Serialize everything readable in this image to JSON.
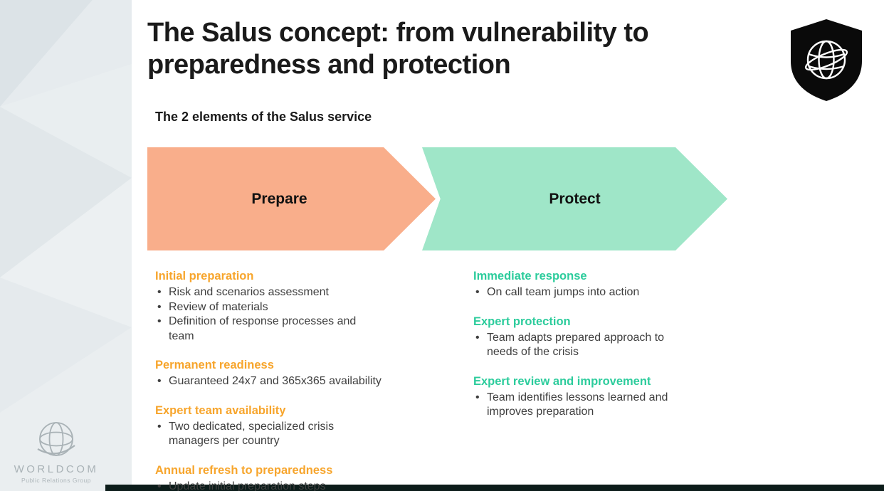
{
  "slide": {
    "title": "The Salus concept: from vulnerability to preparedness and protection",
    "subtitle": "The 2 elements of the Salus service"
  },
  "arrows": {
    "prepare_label": "Prepare",
    "protect_label": "Protect"
  },
  "colors": {
    "prepare_arrow": "#F9AE8B",
    "protect_arrow": "#9FE6C8",
    "prepare_heading": "#F7A52C",
    "protect_heading": "#2CCC9C",
    "footer_bar": "#0C1C1A"
  },
  "prepare_sections": [
    {
      "heading": "Initial preparation",
      "bullets": [
        {
          "lines": [
            "Risk and scenarios assessment"
          ]
        },
        {
          "lines": [
            "Review of materials"
          ]
        },
        {
          "lines": [
            "Definition of response processes and",
            "team"
          ]
        }
      ]
    },
    {
      "heading": "Permanent readiness",
      "bullets": [
        {
          "lines": [
            "Guaranteed 24x7 and 365x365 availability"
          ]
        }
      ]
    },
    {
      "heading": "Expert team availability",
      "bullets": [
        {
          "lines": [
            "Two dedicated, specialized crisis",
            "managers per country"
          ]
        }
      ]
    },
    {
      "heading": "Annual refresh to preparedness",
      "bullets": [
        {
          "lines": [
            "Update initial preparation steps"
          ]
        }
      ]
    }
  ],
  "protect_sections": [
    {
      "heading": "Immediate response",
      "bullets": [
        {
          "lines": [
            "On call team jumps into action"
          ]
        }
      ]
    },
    {
      "heading": "Expert protection",
      "bullets": [
        {
          "lines": [
            "Team adapts prepared approach to",
            "needs of the crisis"
          ]
        }
      ]
    },
    {
      "heading": "Expert review and improvement",
      "bullets": [
        {
          "lines": [
            "Team identifies lessons learned and",
            "improves preparation"
          ]
        }
      ]
    }
  ],
  "logo": {
    "name": "WORLDCOM",
    "tagline": "Public Relations Group"
  },
  "icons": {
    "top_right": "shield-globe-icon",
    "bottom_left": "worldcom-globe-icon"
  }
}
